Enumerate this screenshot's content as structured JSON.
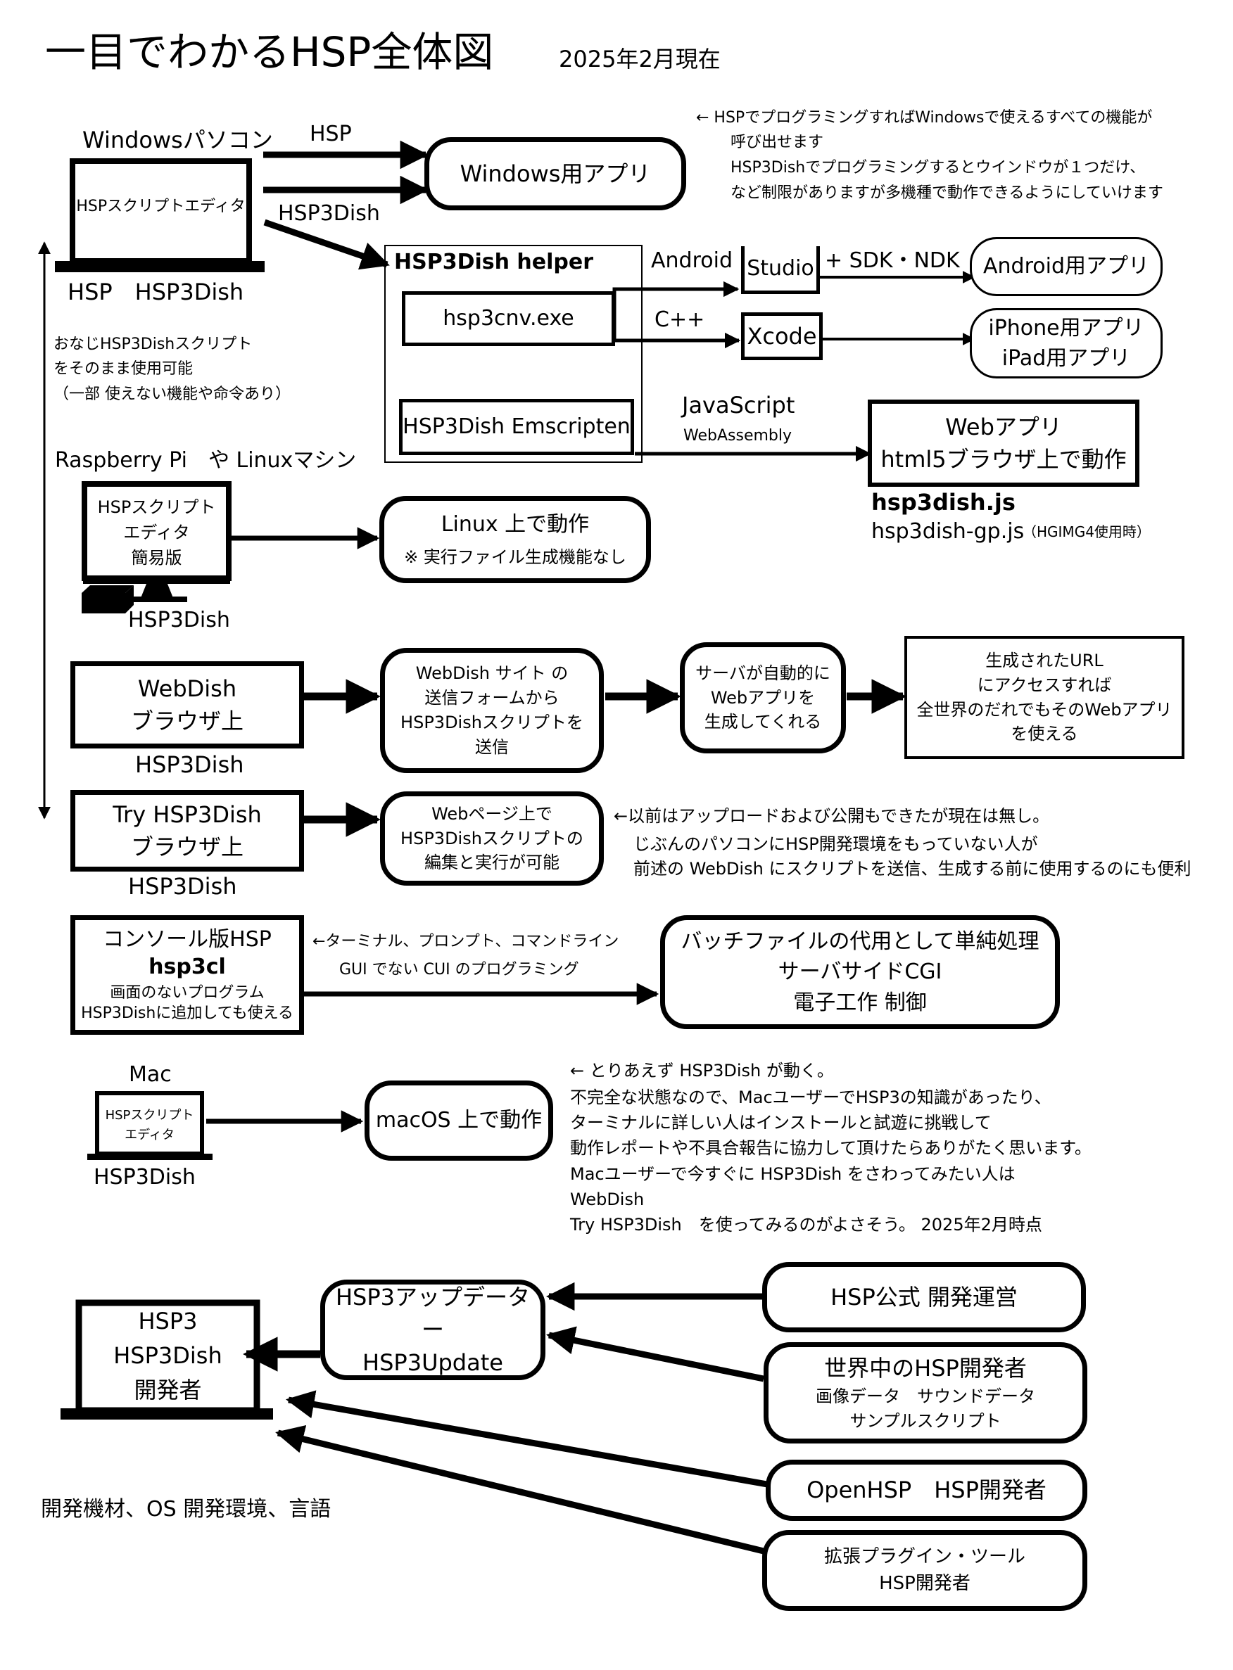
{
  "header": {
    "title": "一目でわかるHSP全体図",
    "date": "2025年2月現在"
  },
  "windows": {
    "label": "Windowsパソコン",
    "editor": "HSPスクリプトエディタ",
    "foot": "HSP　HSP3Dish",
    "arrow_hsp": "HSP",
    "arrow_dish": "HSP3Dish",
    "app": "Windows用アプリ",
    "note": [
      "← HSPでプログラミングすればWindowsで使えるすべての機能が",
      "呼び出せます",
      "HSP3Dishでプログラミングするとウインドウが１つだけ、",
      "など制限がありますが多機種で動作できるようにしていけます"
    ]
  },
  "helper": {
    "title": "HSP3Dish helper",
    "cnv": "hsp3cnv.exe",
    "emscripten": "HSP3Dish Emscripten",
    "android_label": "Android",
    "studio": "Studio",
    "sdk": "+ SDK・NDK",
    "cpp": "C++",
    "xcode": "Xcode",
    "android_app": "Android用アプリ",
    "iphone_app": [
      "iPhone用アプリ",
      "iPad用アプリ"
    ],
    "js": "JavaScript",
    "wasm": "WebAssembly",
    "web_app": [
      "Webアプリ",
      "html5ブラウザ上で動作"
    ],
    "js_lib": "hsp3dish.js",
    "js_gp": "hsp3dish-gp.js",
    "js_gp_note": "（HGIMG4使用時）"
  },
  "compat_note": [
    "おなじHSP3Dishスクリプト",
    "をそのまま使用可能",
    "（一部 使えない機能や命令あり）"
  ],
  "linux": {
    "label": "Raspberry Pi　や Linuxマシン",
    "editor": [
      "HSPスクリプト",
      "エディタ",
      "簡易版"
    ],
    "foot": "HSP3Dish",
    "target": "Linux 上で動作",
    "target_note": "※ 実行ファイル生成機能なし"
  },
  "webdish": {
    "box": [
      "WebDish",
      "ブラウザ上"
    ],
    "foot": "HSP3Dish",
    "step1": [
      "WebDish サイト の",
      "送信フォームから",
      "HSP3Dishスクリプトを",
      "送信"
    ],
    "step2": [
      "サーバが自動的に",
      "Webアプリを",
      "生成してくれる"
    ],
    "step3": [
      "生成されたURL",
      "にアクセスすれば",
      "全世界のだれでもそのWebアプリ",
      "を使える"
    ]
  },
  "try": {
    "box": [
      "Try HSP3Dish",
      "ブラウザ上"
    ],
    "foot": "HSP3Dish",
    "target": [
      "Webページ上で",
      "HSP3Dishスクリプトの",
      "編集と実行が可能"
    ],
    "note": [
      "←以前はアップロードおよび公開もできたが現在は無し。",
      "じぶんのパソコンにHSP開発環境をもっていない人が",
      "前述の WebDish にスクリプトを送信、生成する前に使用するのにも便利"
    ]
  },
  "console": {
    "title": "コンソール版HSP",
    "name": "hsp3cl",
    "desc": [
      "画面のないプログラム",
      "HSP3Dishに追加しても使える"
    ],
    "arrow_note": [
      "←ターミナル、プロンプト、コマンドライン",
      "GUI でない CUI のプログラミング"
    ],
    "target": [
      "バッチファイルの代用として単純処理",
      "サーバサイドCGI",
      "電子工作 制御"
    ]
  },
  "mac": {
    "label": "Mac",
    "editor": [
      "HSPスクリプト",
      "エディタ"
    ],
    "foot": "HSP3Dish",
    "target": "macOS 上で動作",
    "note": [
      "←  とりあえず HSP3Dish が動く。",
      "不完全な状態なので、MacユーザーでHSP3の知識があったり、",
      "ターミナルに詳しい人はインストールと試遊に挑戦して",
      "動作レポートや不具合報告に協力して頂けたらありがたく思います。",
      "Macユーザーで今すぐに HSP3Dish をさわってみたい人は",
      "WebDish",
      "Try HSP3Dish　を使ってみるのがよさそう。 2025年2月時点"
    ]
  },
  "dev": {
    "laptop": [
      "HSP3",
      "HSP3Dish",
      "開発者"
    ],
    "updater": [
      "HSP3アップデーター",
      "HSP3Update"
    ],
    "official": "HSP公式 開発運営",
    "world": "世界中のHSP開発者",
    "world_sub": [
      "画像データ　サウンドデータ",
      "サンプルスクリプト"
    ],
    "openhsp": "OpenHSP　HSP開発者",
    "plugin": [
      "拡張プラグイン・ツール",
      "HSP開発者"
    ],
    "footer": "開発機材、OS 開発環境、言語"
  }
}
